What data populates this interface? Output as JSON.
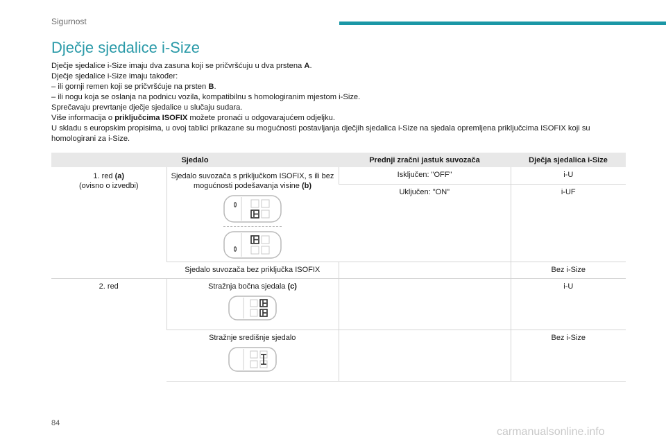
{
  "header": {
    "section": "Sigurnost",
    "accent_color": "#1b97a6"
  },
  "title": "Dječje sjedalice i-Size",
  "body": {
    "p1_a": "Dječje sjedalice i-Size imaju dva zasuna koji se pričvršćuju u dva prstena ",
    "p1_b": "A",
    "p1_c": ".",
    "p2": "Dječje sjedalice i-Size imaju također:",
    "p3_a": "–  ili gornji remen koji se pričvršćuje na prsten ",
    "p3_b": "B",
    "p3_c": ".",
    "p4": "–  ili nogu koja se oslanja na podnicu vozila, kompatibilnu s homologiranim mjestom i-Size.",
    "p5": "Sprečavaju prevrtanje dječje sjedalice u slučaju sudara.",
    "p6_a": "Više informacija o ",
    "p6_b": "priključcima ISOFIX",
    "p6_c": " možete pronaći u odgovarajućem odjeljku.",
    "p7": "U skladu s europskim propisima, u ovoj tablici prikazane su mogućnosti postavljanja dječjih sjedalica i-Size na sjedala opremljena priključcima ISOFIX koji su homologirani za i-Size."
  },
  "table": {
    "headers": [
      "Sjedalo",
      "Prednji zračni jastuk suvozača",
      "Dječja sjedalica i-Size"
    ],
    "row1": {
      "col1_a": "1. red ",
      "col1_b": "(a)",
      "col1_c": "(ovisno o izvedbi)",
      "seat_a": "Sjedalo suvozača s priključkom ISOFIX, s ili bez mogućnosti podešavanja visine ",
      "seat_b": "(b)",
      "airbag_off": "Isključen: \"OFF\"",
      "iu": "i-U",
      "airbag_on": "Uključen: \"ON\"",
      "iuf": "i-UF",
      "seat2": "Sjedalo suvozača bez priključka ISOFIX",
      "seat2_val": "Bez i-Size"
    },
    "row2": {
      "col1": "2. red",
      "seat_a": "Stražnja bočna sjedala ",
      "seat_b": "(c)",
      "val": "i-U",
      "seat2": "Stražnje središnje sjedalo",
      "seat2_val": "Bez i-Size"
    }
  },
  "icons": [
    "car-front-passenger-seat-icon",
    "car-front-passenger-seat-raised-icon",
    "car-rear-side-seats-icon",
    "car-rear-center-seat-icon"
  ],
  "footer": {
    "page_number": "84",
    "watermark": "carmanualsonline.info"
  }
}
